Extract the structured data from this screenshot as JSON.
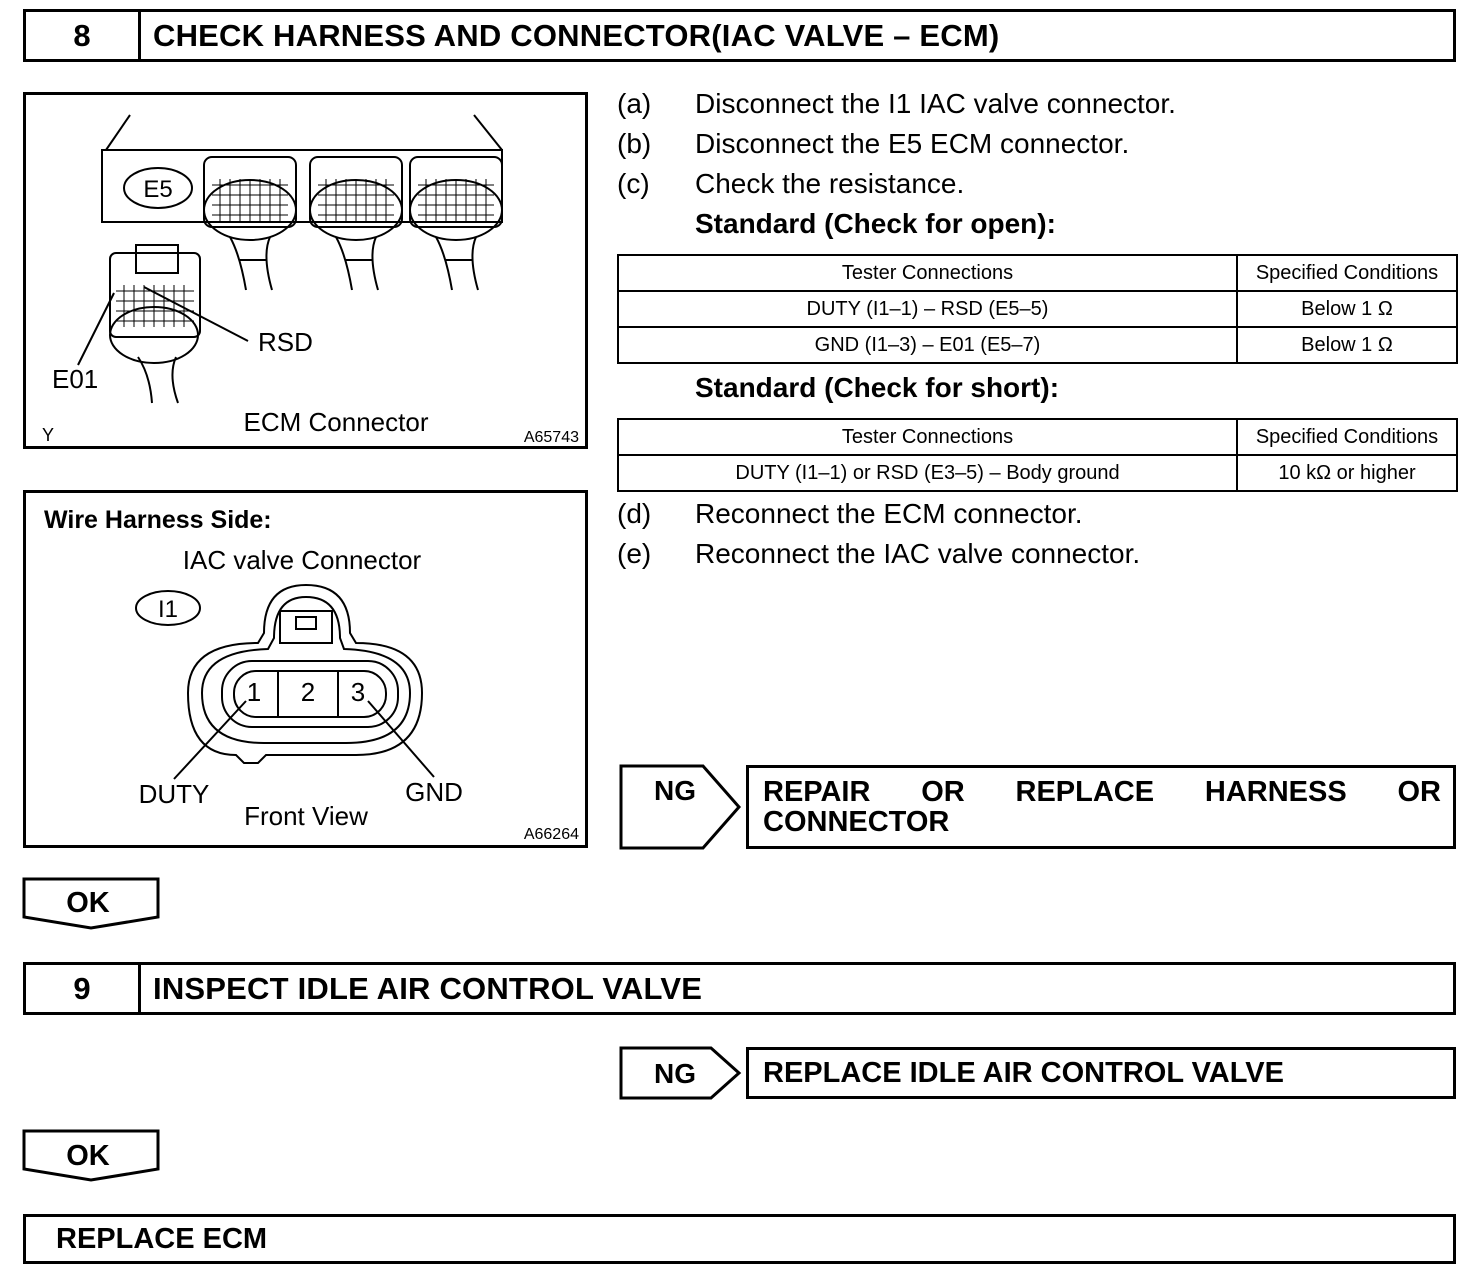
{
  "step8": {
    "number": "8",
    "title": "CHECK HARNESS AND CONNECTOR(IAC VALVE – ECM)",
    "figure1": {
      "connector_tag": "E5",
      "label_rsd": "RSD",
      "label_e01": "E01",
      "caption": "ECM Connector",
      "corner_mark": "Y",
      "figure_id": "A65743"
    },
    "figure2": {
      "heading": "Wire Harness Side:",
      "subheading": "IAC valve Connector",
      "connector_tag": "I1",
      "pin1": "1",
      "pin2": "2",
      "pin3": "3",
      "label_duty": "DUTY",
      "label_gnd": "GND",
      "caption": "Front View",
      "figure_id": "A66264"
    },
    "instructions": [
      {
        "label": "(a)",
        "text": "Disconnect the I1 IAC valve connector."
      },
      {
        "label": "(b)",
        "text": "Disconnect the E5 ECM connector."
      },
      {
        "label": "(c)",
        "text": "Check the resistance."
      },
      {
        "label": "(d)",
        "text": "Reconnect the ECM connector."
      },
      {
        "label": "(e)",
        "text": "Reconnect the IAC valve connector."
      }
    ],
    "standard_open": {
      "heading": "Standard (Check for open):",
      "headers": [
        "Tester Connections",
        "Specified Conditions"
      ],
      "rows": [
        [
          "DUTY (I1–1) – RSD (E5–5)",
          "Below 1 Ω"
        ],
        [
          "GND (I1–3) – E01 (E5–7)",
          "Below 1 Ω"
        ]
      ]
    },
    "standard_short": {
      "heading": "Standard (Check for short):",
      "headers": [
        "Tester Connections",
        "Specified Conditions"
      ],
      "rows": [
        [
          "DUTY (I1–1) or RSD (E3–5) – Body ground",
          "10 kΩ or higher"
        ]
      ]
    },
    "ng_label": "NG",
    "ng_result_words": [
      "REPAIR",
      "OR",
      "REPLACE",
      "HARNESS",
      "OR"
    ],
    "ng_result_line2": "CONNECTOR",
    "ok_label": "OK"
  },
  "step9": {
    "number": "9",
    "title": "INSPECT IDLE AIR CONTROL VALVE",
    "ng_label": "NG",
    "ng_result": "REPLACE IDLE AIR CONTROL VALVE",
    "ok_label": "OK"
  },
  "final": {
    "text": "REPLACE ECM"
  }
}
